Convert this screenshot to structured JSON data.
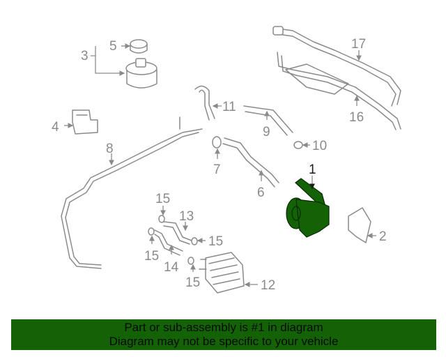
{
  "callouts": {
    "c1": "1",
    "c2": "2",
    "c3": "3",
    "c4": "4",
    "c5": "5",
    "c6": "6",
    "c7": "7",
    "c8": "8",
    "c9": "9",
    "c10": "10",
    "c11": "11",
    "c12": "12",
    "c13": "13",
    "c14": "14",
    "c15a": "15",
    "c15b": "15",
    "c15c": "15",
    "c15d": "15",
    "c16": "16",
    "c17": "17"
  },
  "highlight_color": "#136306",
  "banner": {
    "line1": "Part or sub-assembly is #1 in diagram",
    "line2": "Diagram may not be specific to your vehicle"
  }
}
